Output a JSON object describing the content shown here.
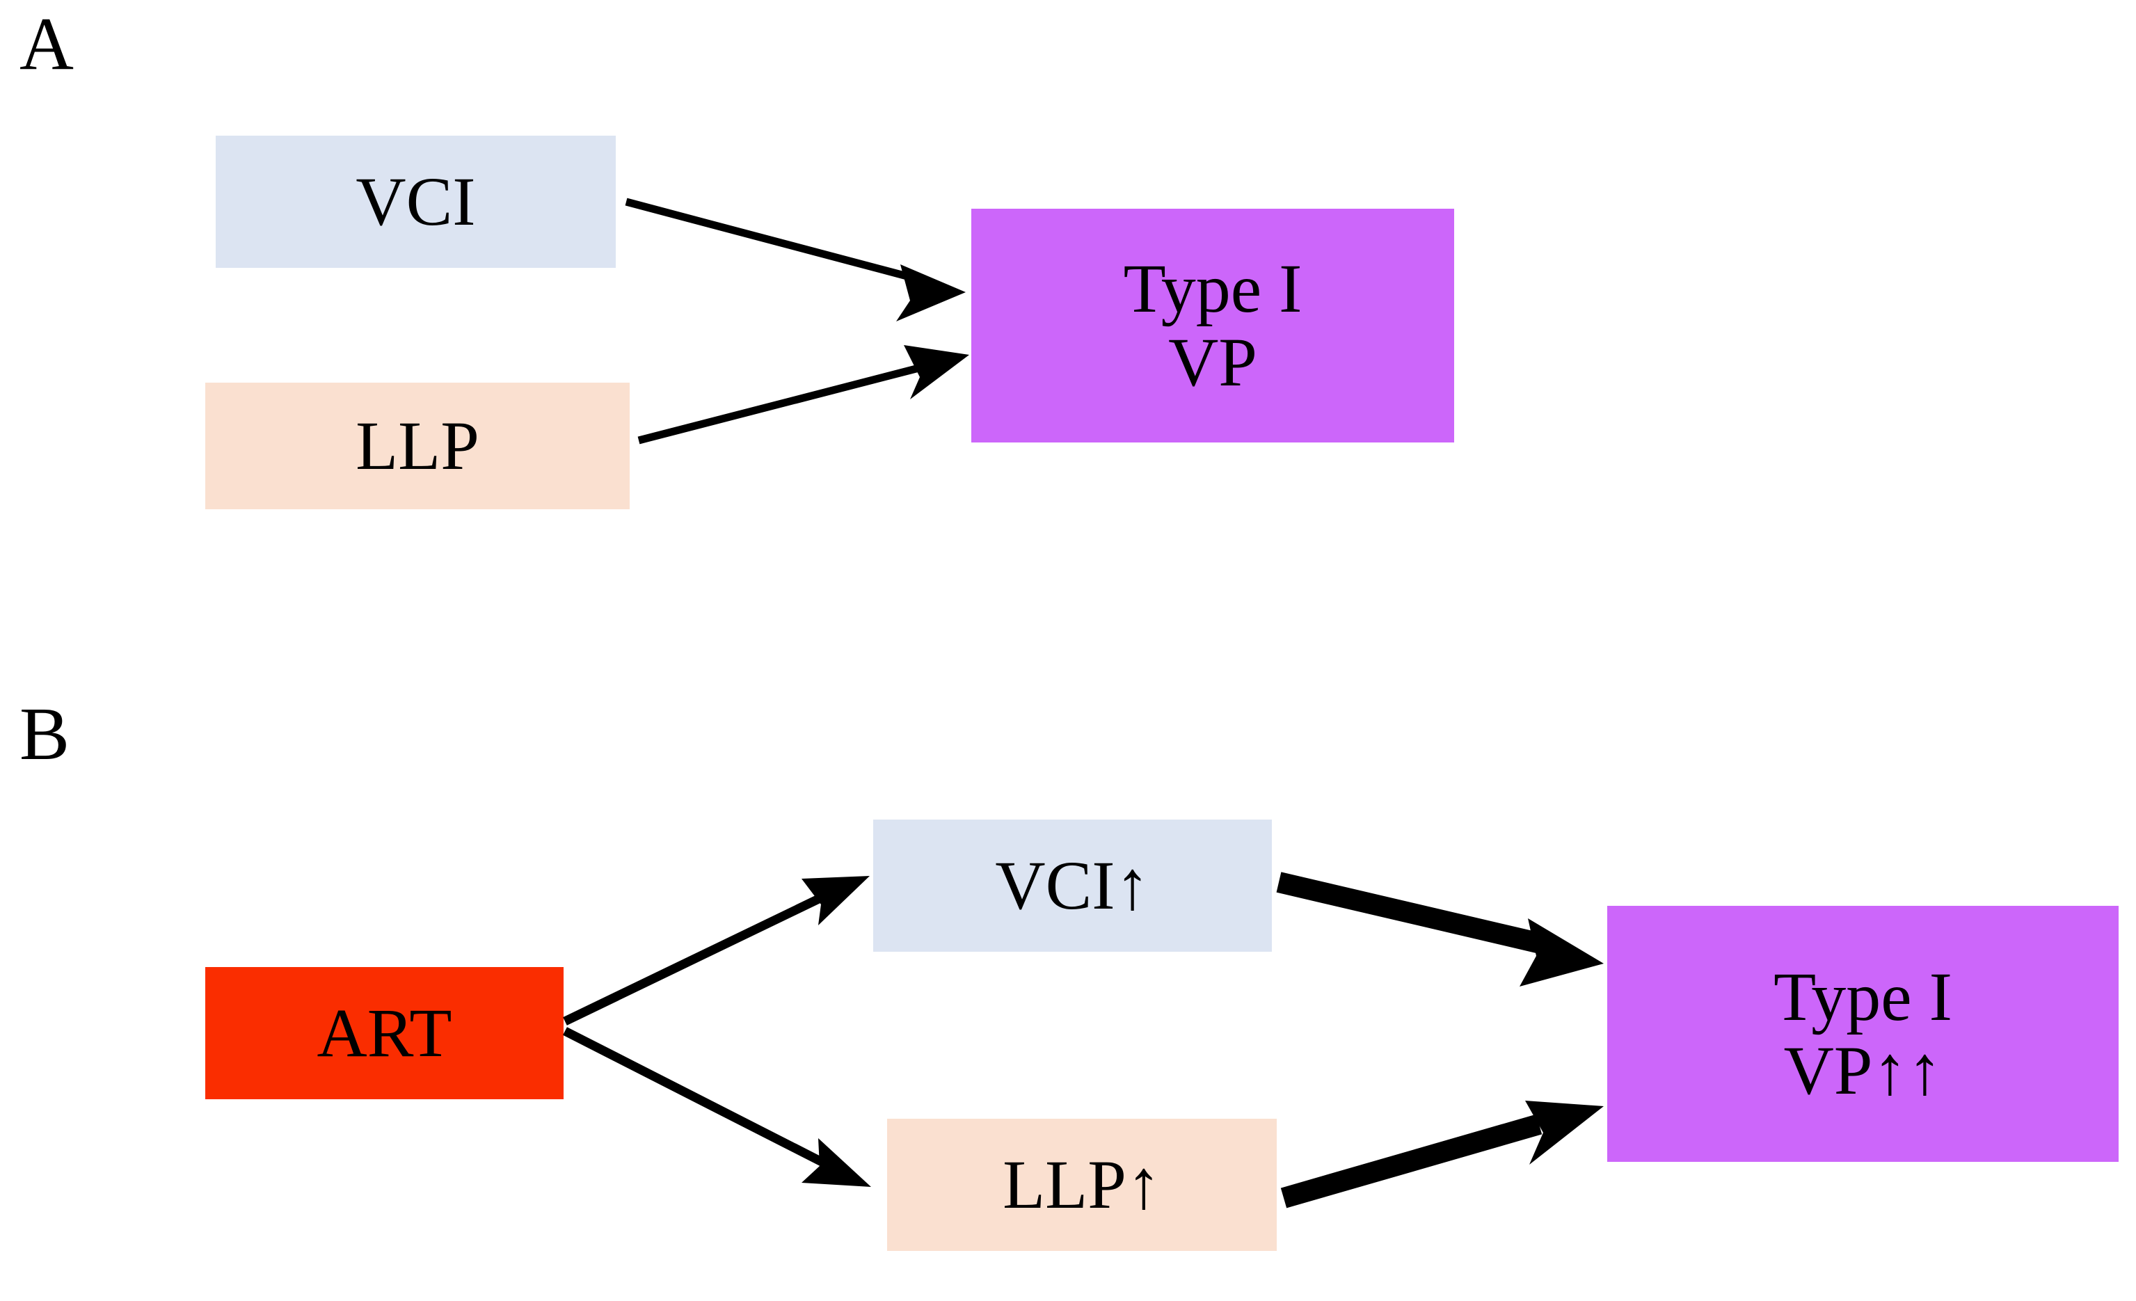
{
  "figure": {
    "type": "two-panel mechanism diagram",
    "background_color": "#ffffff",
    "panels": [
      {
        "id": "A",
        "letter": "A",
        "nodes": [
          {
            "id": "vci-a",
            "label": "VCI",
            "color": "#dce4f2"
          },
          {
            "id": "llp-a",
            "label": "LLP",
            "color": "#fae0d0"
          },
          {
            "id": "typei-a",
            "line1": "Type I",
            "line2": "VP",
            "color": "#cc66fa"
          }
        ],
        "edges": [
          {
            "from": "vci-a",
            "to": "typei-a",
            "weight": "thin"
          },
          {
            "from": "llp-a",
            "to": "typei-a",
            "weight": "thin"
          }
        ]
      },
      {
        "id": "B",
        "letter": "B",
        "nodes": [
          {
            "id": "art-b",
            "label": "ART",
            "color": "#fa2d00"
          },
          {
            "id": "vci-b",
            "label": "VCI↑",
            "color": "#dce4f2"
          },
          {
            "id": "llp-b",
            "label": "LLP↑",
            "color": "#fae0d0"
          },
          {
            "id": "typei-b",
            "line1": "Type I",
            "line2": "VP↑↑",
            "color": "#cc66fa"
          }
        ],
        "edges": [
          {
            "from": "art-b",
            "to": "vci-b",
            "weight": "medium"
          },
          {
            "from": "art-b",
            "to": "llp-b",
            "weight": "medium"
          },
          {
            "from": "vci-b",
            "to": "typei-b",
            "weight": "thick"
          },
          {
            "from": "llp-b",
            "to": "typei-b",
            "weight": "thick"
          }
        ]
      }
    ]
  },
  "panel_a": {
    "letter": "A",
    "vci_label": "VCI",
    "llp_label": "LLP",
    "typei_line1": "Type I",
    "typei_line2": "VP"
  },
  "panel_b": {
    "letter": "B",
    "art_label": "ART",
    "vci_label": "VCI↑",
    "llp_label": "LLP↑",
    "typei_line1": "Type I",
    "typei_line2": "VP↑↑"
  },
  "colors": {
    "vci_box": "#dce4f2",
    "llp_box": "#fae0d0",
    "typei_box": "#cc66fa",
    "art_box": "#fa2d00",
    "arrow": "#000000",
    "text": "#000000",
    "background": "#ffffff"
  }
}
